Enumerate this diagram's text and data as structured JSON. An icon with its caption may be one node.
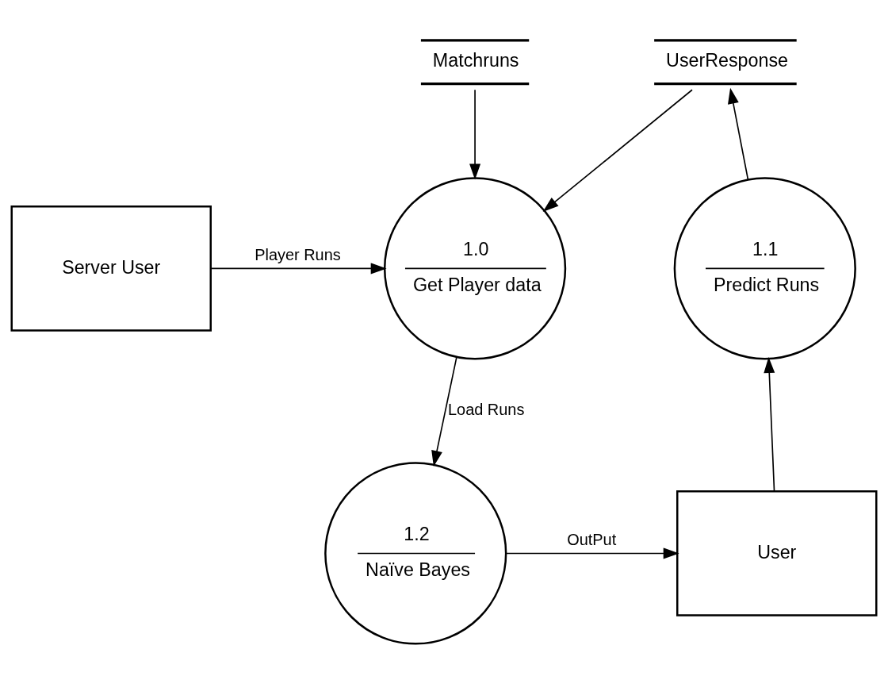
{
  "diagram": {
    "nodes": [
      {
        "text": [
          "Matchruns"
        ]
      },
      {
        "text": [
          "UserResponse"
        ]
      },
      {
        "text": [
          "Server User"
        ]
      },
      {
        "text": [
          "1.0",
          "Get Player data"
        ]
      },
      {
        "text": [
          "1.1",
          "Predict Runs"
        ]
      },
      {
        "text": [
          "1.2",
          "Naïve Bayes"
        ]
      },
      {
        "text": [
          "User"
        ]
      }
    ],
    "edges": [
      {
        "from": 0,
        "to": 3,
        "arrow": "to"
      },
      {
        "from": 1,
        "to": 3,
        "arrow": "to"
      },
      {
        "from": 4,
        "to": 1,
        "arrow": "to"
      },
      {
        "from": 2,
        "to": 3,
        "arrow": "to",
        "label": "Player Runs"
      },
      {
        "from": 3,
        "to": 5,
        "arrow": "to",
        "label": "Load Runs"
      },
      {
        "from": 5,
        "to": 6,
        "arrow": "to",
        "label": "OutPut"
      },
      {
        "from": 6,
        "to": 4,
        "arrow": "to"
      }
    ]
  }
}
